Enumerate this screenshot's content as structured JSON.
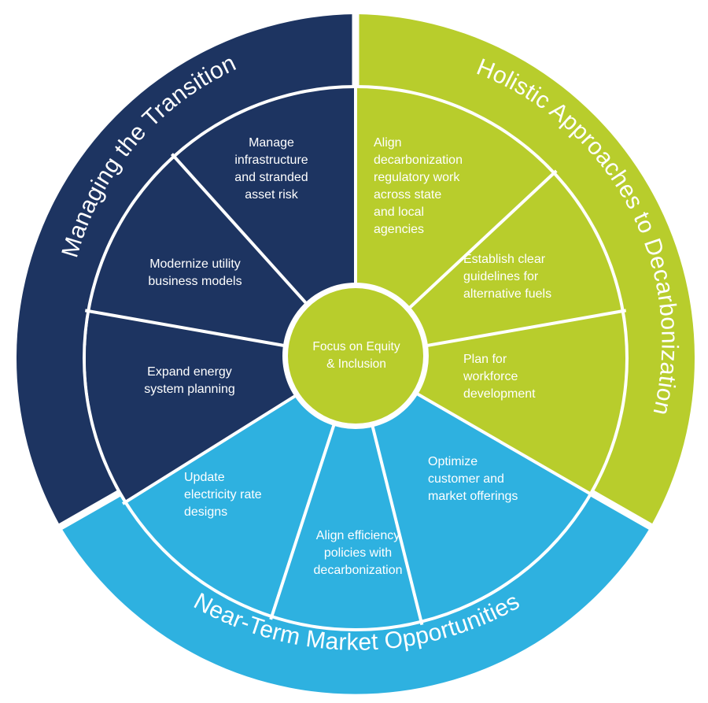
{
  "colors": {
    "navy": "#1d3461",
    "green": "#b8cd2c",
    "blue": "#2eb1e0",
    "divider": "#ffffff"
  },
  "center": {
    "lines": [
      "Focus on Equity",
      "& Inclusion"
    ]
  },
  "outer_labels": {
    "left": "Managing the Transition",
    "right": "Holistic Approaches to Decarbonization",
    "bottom": "Near-Term Market Opportunities"
  },
  "segments": {
    "navy_infrastructure": [
      "Manage",
      "infrastructure",
      "and stranded",
      "asset risk"
    ],
    "navy_business": [
      "Modernize utility",
      "business models"
    ],
    "navy_planning": [
      "Expand energy",
      "system planning"
    ],
    "green_regulatory": [
      "Align",
      "decarbonization",
      "regulatory work",
      "across state",
      "and local",
      "agencies"
    ],
    "green_fuels": [
      "Establish clear",
      "guidelines for",
      "alternative fuels"
    ],
    "green_workforce": [
      "Plan for",
      "workforce",
      "development"
    ],
    "blue_customer": [
      "Optimize",
      "customer and",
      "market offerings"
    ],
    "blue_efficiency": [
      "Align efficiency",
      "policies with",
      "decarbonization"
    ],
    "blue_rates": [
      "Update",
      "electricity rate",
      "designs"
    ]
  }
}
